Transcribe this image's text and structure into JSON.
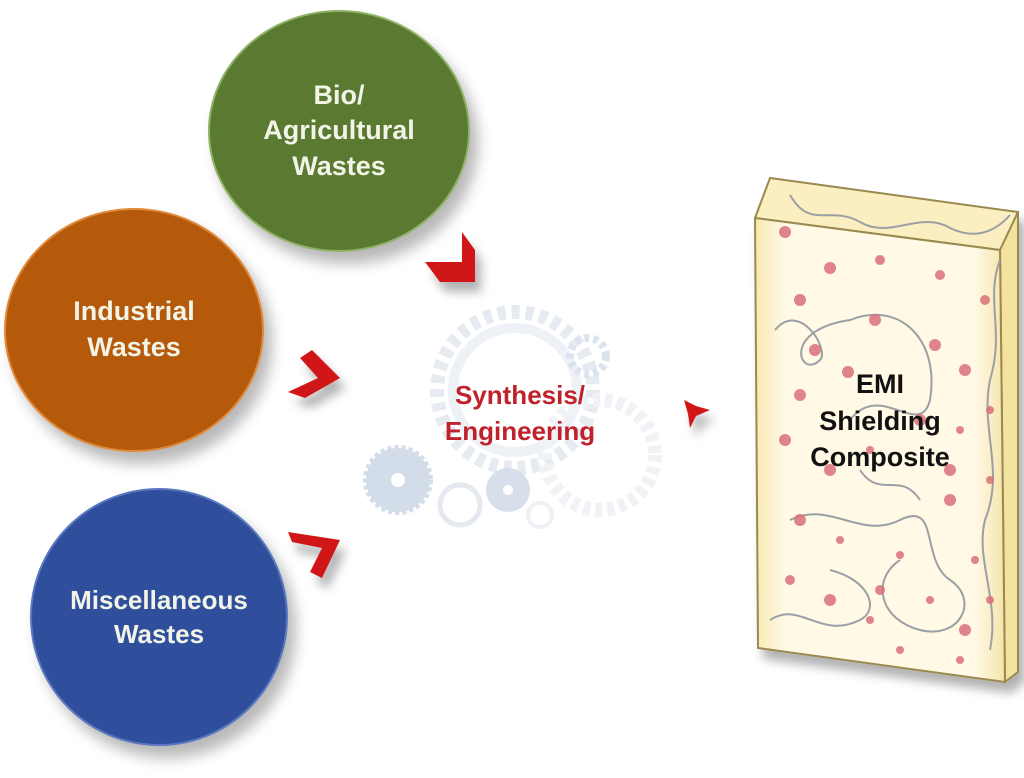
{
  "title": "Waste-derived EMI shielding composites",
  "sources": [
    {
      "id": "bio",
      "lines": [
        "Bio/",
        "Agricultural",
        "Wastes"
      ],
      "color": "#5a7a32"
    },
    {
      "id": "industrial",
      "lines": [
        "Industrial",
        "Wastes"
      ],
      "color": "#b45a0a"
    },
    {
      "id": "misc",
      "lines": [
        "Miscellaneous",
        "Wastes"
      ],
      "color": "#2f4f9c"
    }
  ],
  "process": {
    "lines": [
      "Synthesis/",
      "Engineering"
    ],
    "color": "#c0222c",
    "icon": "gears-icon"
  },
  "product": {
    "lines": [
      "EMI",
      "Shielding",
      "Composite"
    ],
    "fill": "#fdf6d8",
    "particle_color": "#d9707a"
  },
  "arrow_color": "#d01818"
}
